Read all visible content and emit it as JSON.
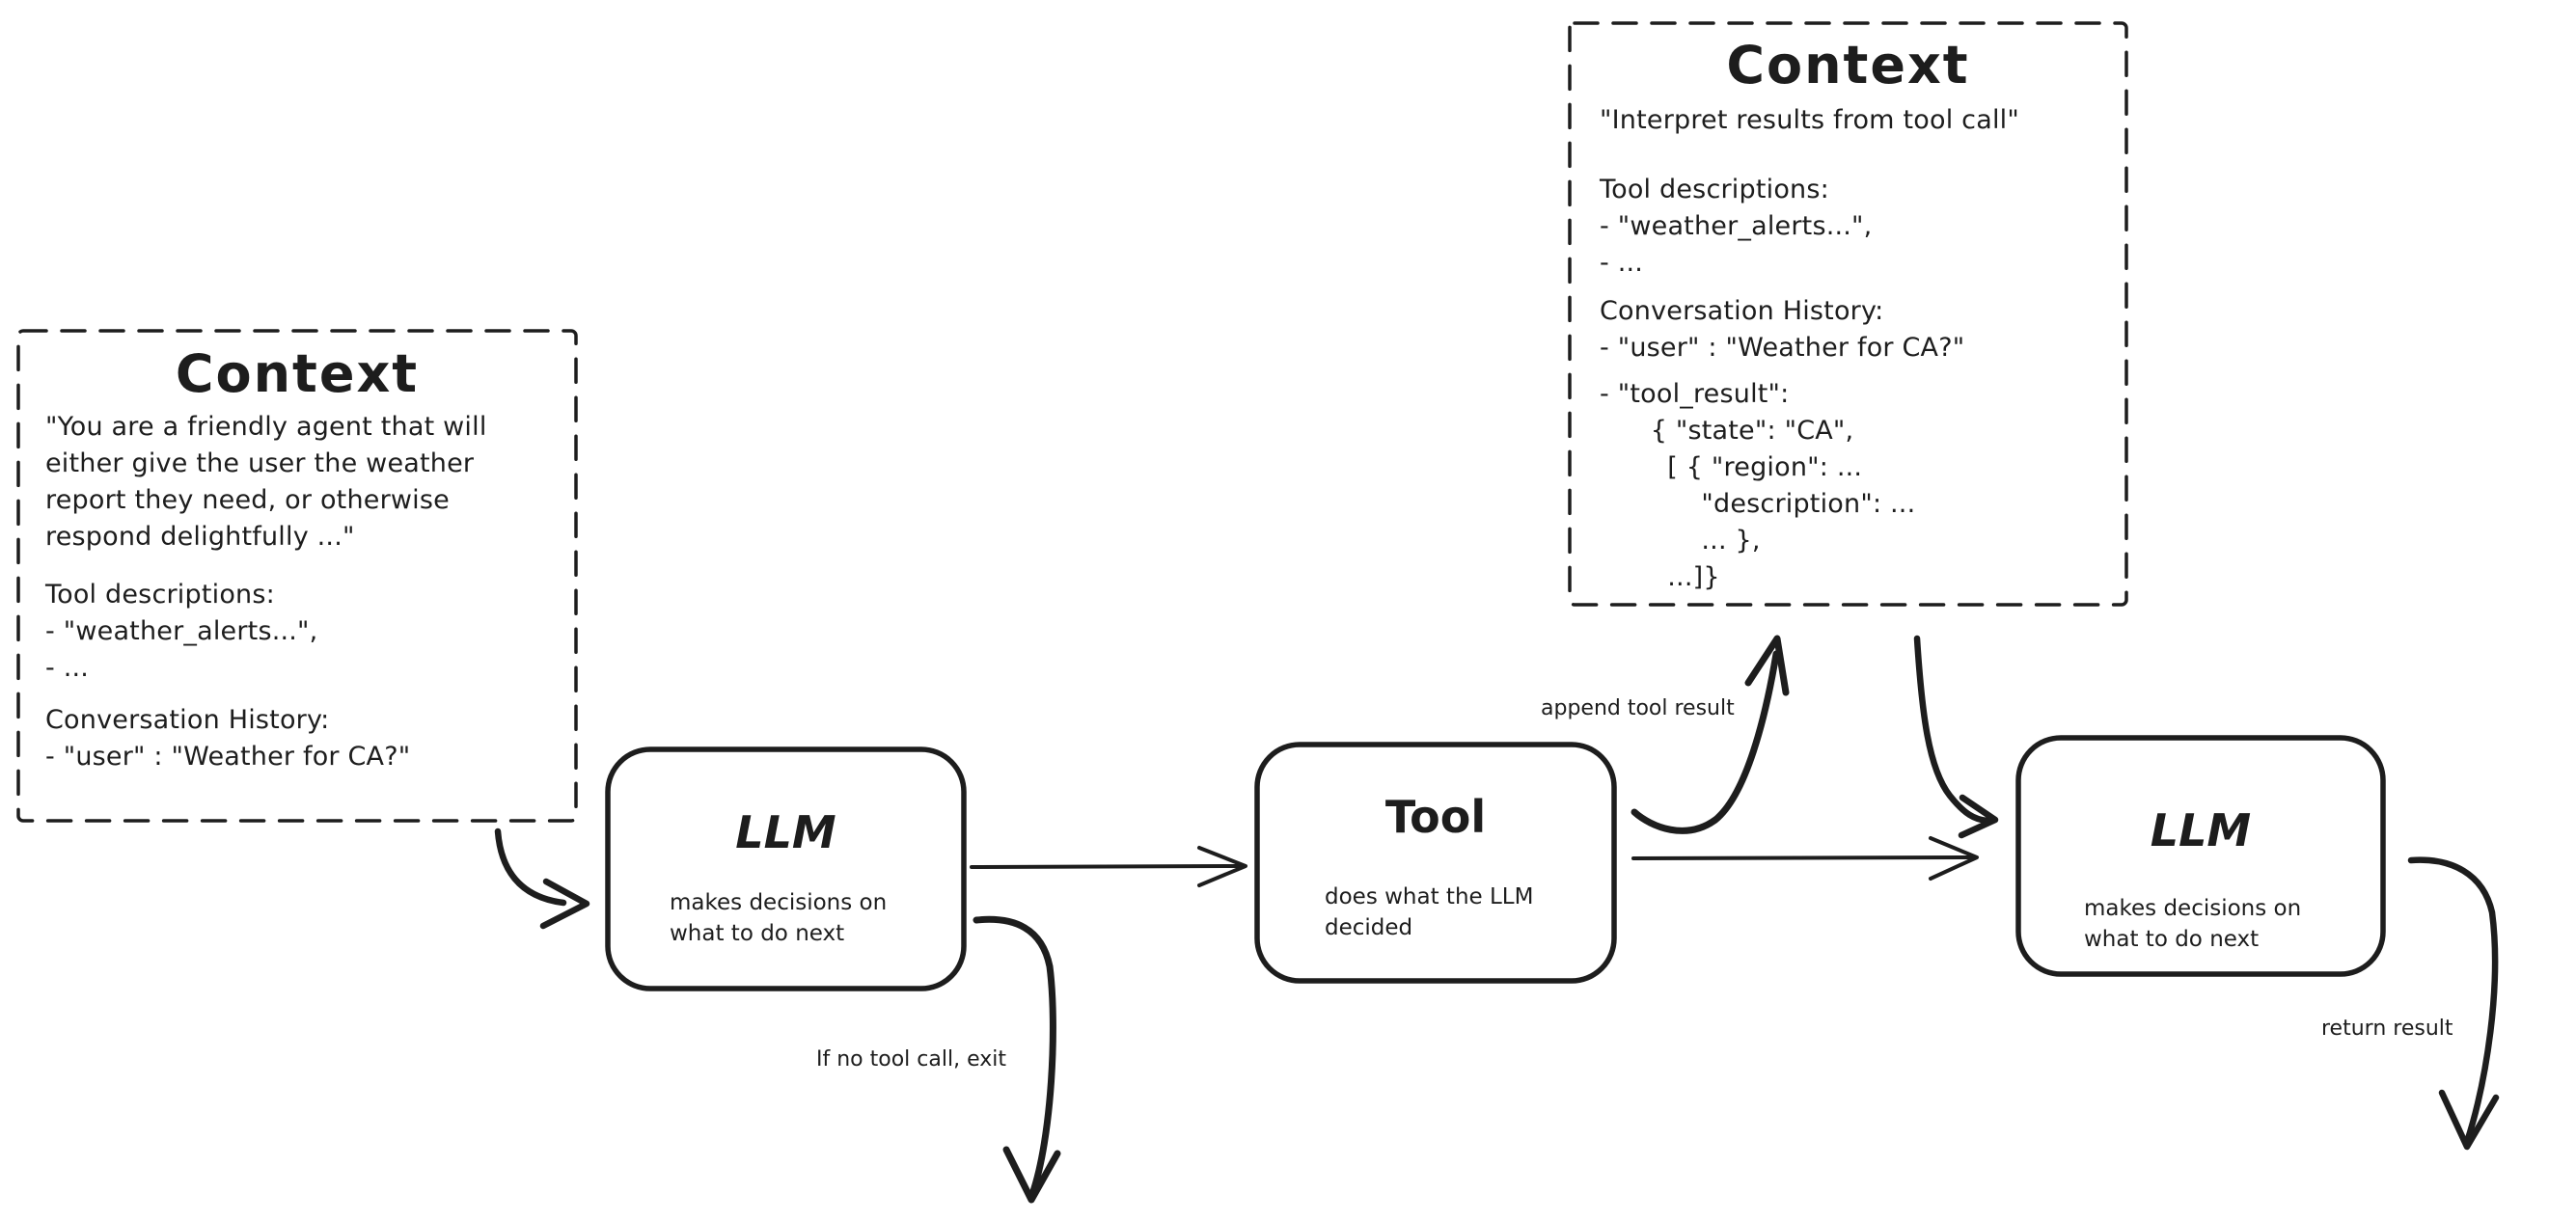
{
  "canvas": {
    "background": "#ffffff",
    "ink": "#1d1d1d"
  },
  "context_left": {
    "title": "Context",
    "system_prompt": "\"You are a friendly agent that will\neither give the user the weather\nreport they need, or otherwise\nrespond delightfully ...\"",
    "tool_descriptions": "Tool descriptions:\n- \"weather_alerts...\",\n- ...",
    "conversation_history": "Conversation History:\n- \"user\" : \"Weather for CA?\""
  },
  "context_top": {
    "title": "Context",
    "instruction": "\"Interpret results from tool call\"",
    "tool_descriptions": "Tool descriptions:\n- \"weather_alerts...\",\n- ...",
    "conversation_history": "Conversation History:\n- \"user\" : \"Weather for CA?\"",
    "tool_result": "- \"tool_result\":\n      { \"state\": \"CA\",\n        [ { \"region\": ...\n            \"description\": ...\n            ... },\n        ...]}"
  },
  "nodes": {
    "llm1": {
      "title": "LLM",
      "subtitle": "makes decisions on\nwhat to do next"
    },
    "tool": {
      "title": "Tool",
      "subtitle": "does what the LLM\ndecided"
    },
    "llm2": {
      "title": "LLM",
      "subtitle": "makes decisions on\nwhat to do next"
    }
  },
  "labels": {
    "append_tool_result": "append tool result",
    "no_tool_call_exit": "If no tool call, exit",
    "return_result": "return result"
  }
}
